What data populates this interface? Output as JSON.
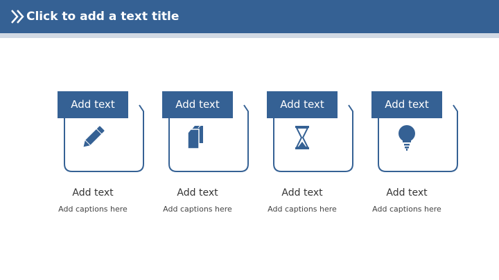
{
  "header": {
    "title": "Click to add a text title",
    "icon": "double-chevron-right-icon"
  },
  "colors": {
    "accent": "#356194",
    "strip": "#d1d9e4",
    "text": "#333333"
  },
  "cards": [
    {
      "label": "Add text",
      "icon": "pencil-icon",
      "heading": "Add text",
      "caption": "Add captions here"
    },
    {
      "label": "Add text",
      "icon": "documents-icon",
      "heading": "Add text",
      "caption": "Add captions here"
    },
    {
      "label": "Add text",
      "icon": "hourglass-icon",
      "heading": "Add text",
      "caption": "Add captions here"
    },
    {
      "label": "Add text",
      "icon": "lightbulb-icon",
      "heading": "Add text",
      "caption": "Add captions here"
    }
  ]
}
